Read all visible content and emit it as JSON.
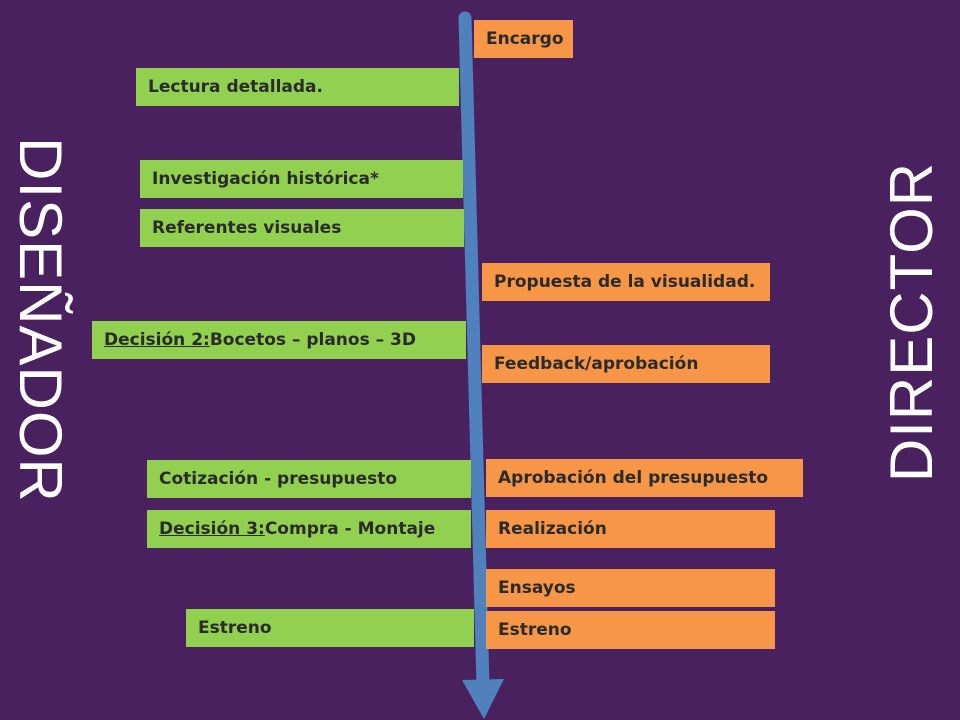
{
  "labels": {
    "designer": "DISEÑADOR",
    "director": "DIRECTOR"
  },
  "designer_steps": [
    {
      "text": "Lectura detallada."
    },
    {
      "text": "Investigación histórica*"
    },
    {
      "text": "Referentes visuales"
    },
    {
      "prefix": "Decisión 2: ",
      "text": "Bocetos – planos – 3D"
    },
    {
      "text": "Cotización - presupuesto"
    },
    {
      "prefix": "Decisión 3: ",
      "text": "Compra - Montaje"
    },
    {
      "text": "Estreno"
    }
  ],
  "director_steps": [
    {
      "text": "Encargo"
    },
    {
      "text": "Propuesta de la visualidad."
    },
    {
      "text": "Feedback/aprobación"
    },
    {
      "text": "Aprobación del presupuesto"
    },
    {
      "text": "Realización"
    },
    {
      "text": "Ensayos"
    },
    {
      "text": "Estreno"
    }
  ],
  "colors": {
    "background": "#4a215f",
    "designer_box": "#92d050",
    "director_box": "#f79646",
    "arrow": "#4f81bd"
  }
}
